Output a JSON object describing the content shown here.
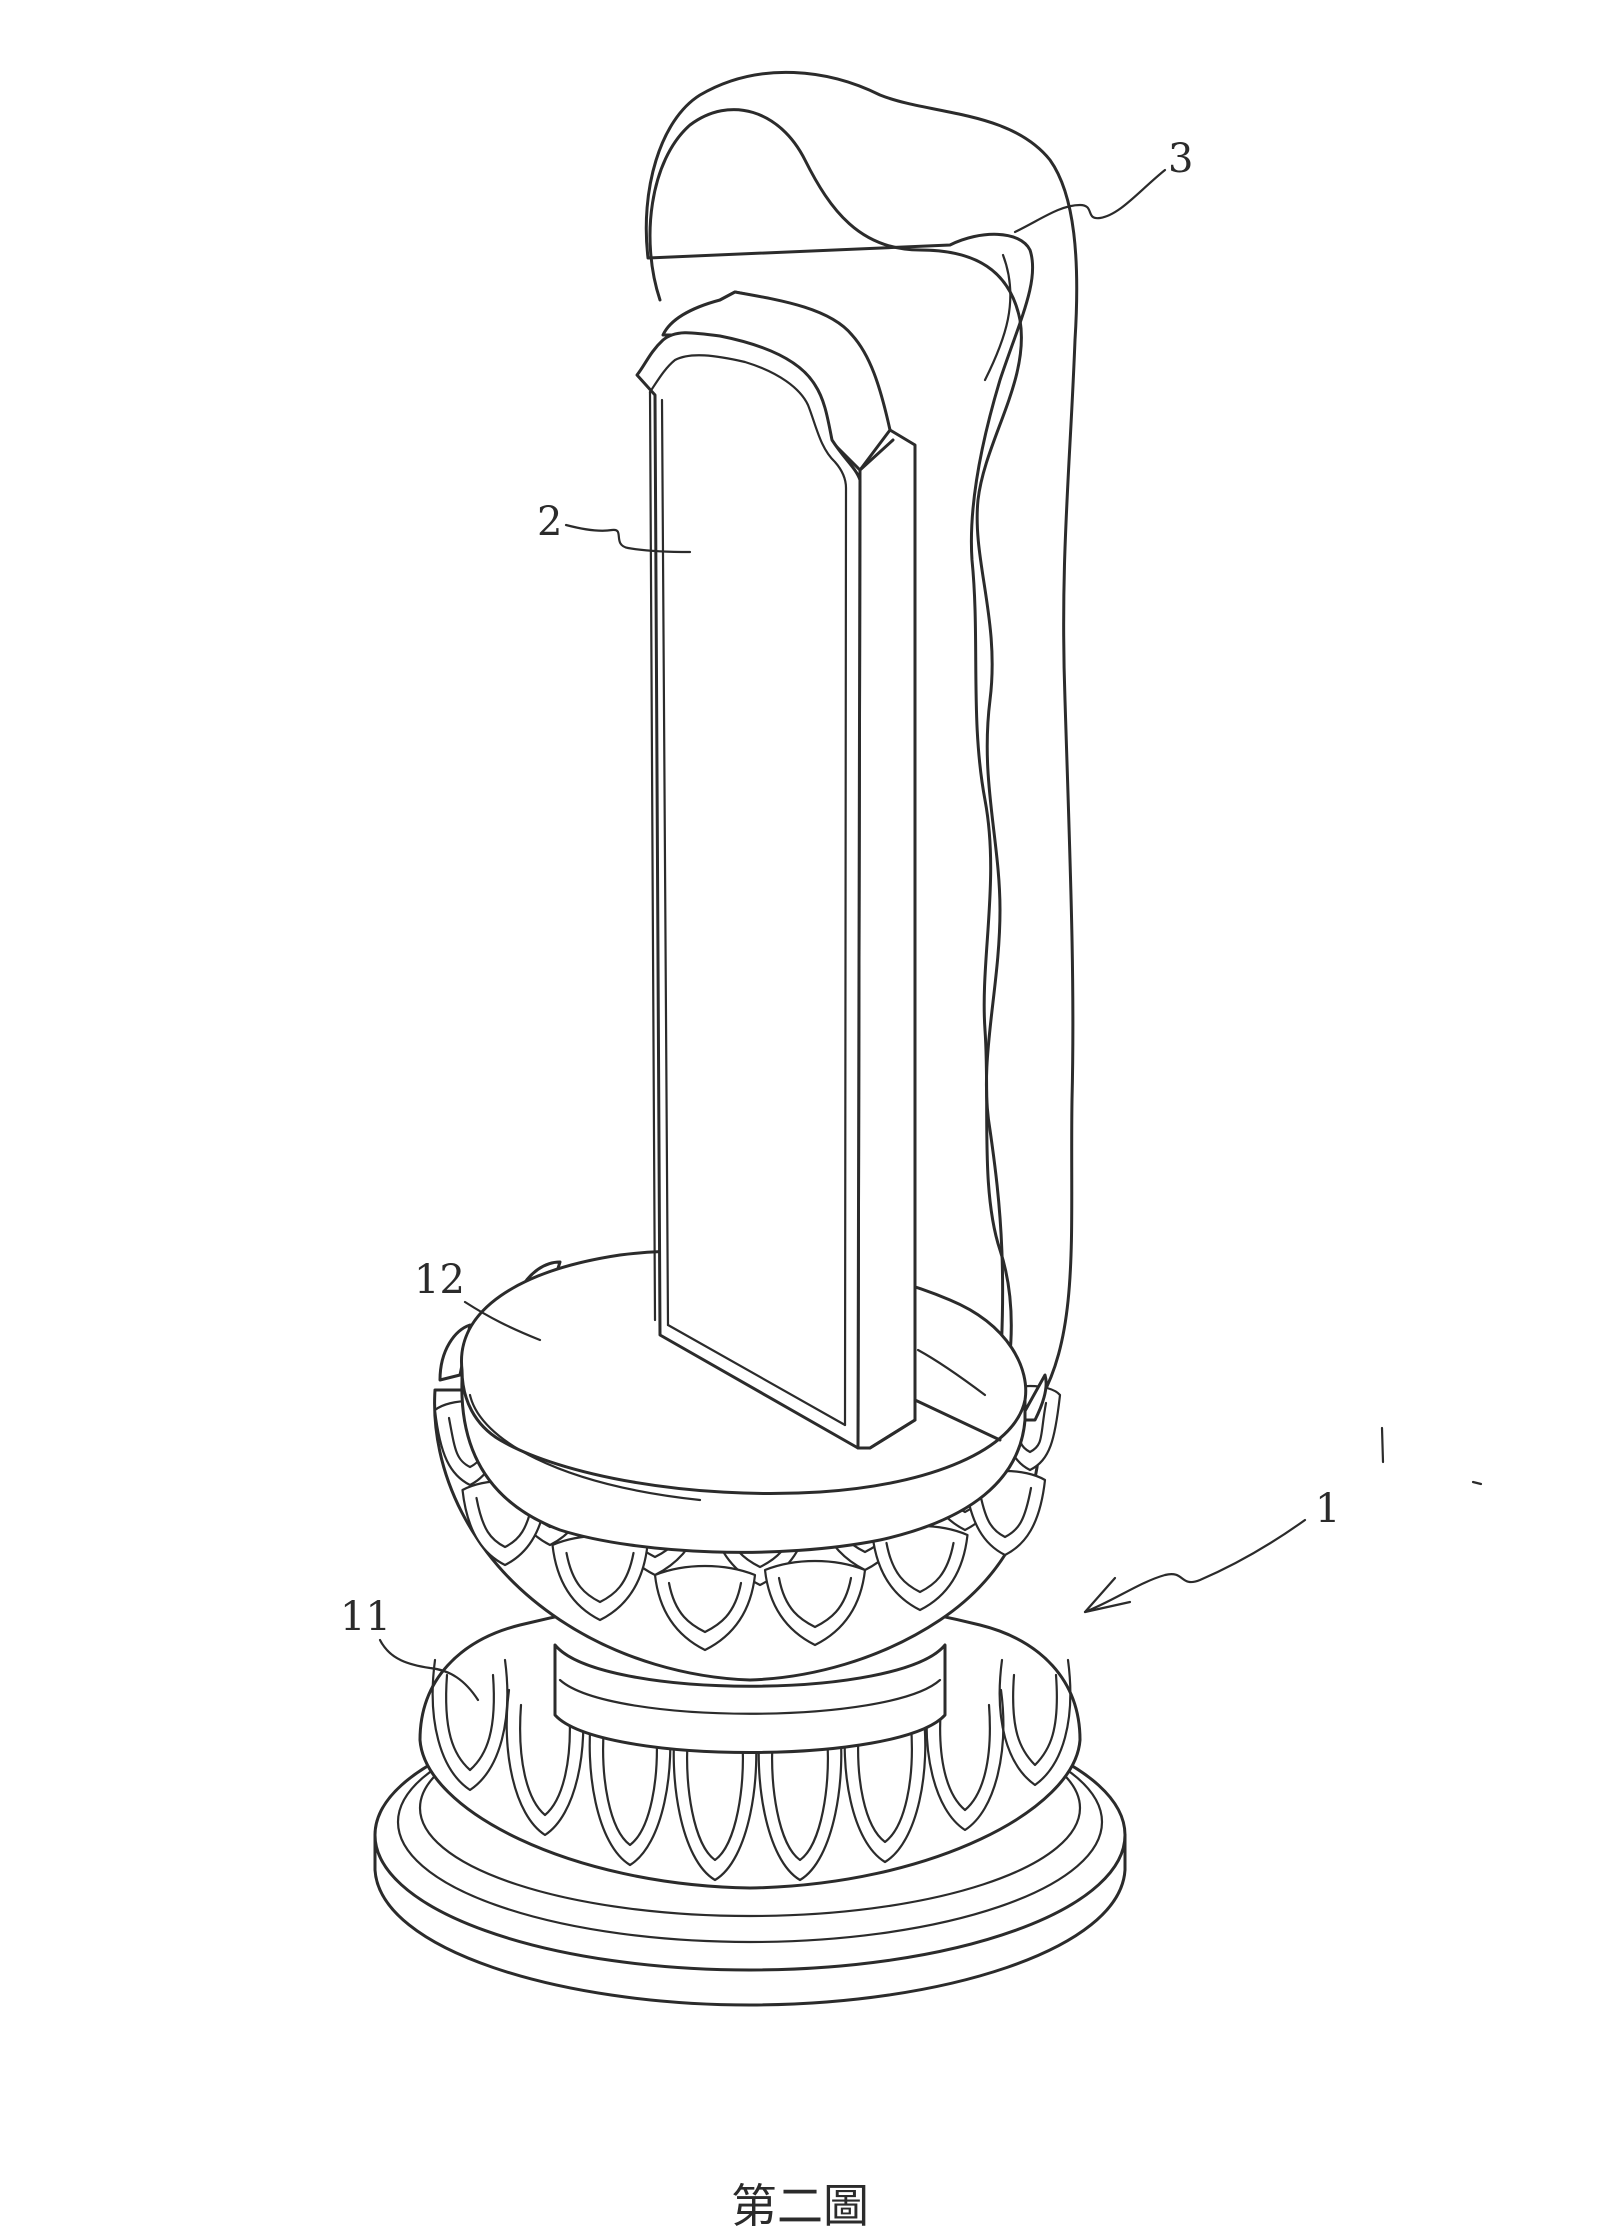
{
  "figure": {
    "caption": "第二圖",
    "labels": {
      "base_assembly": "1",
      "plaque": "2",
      "backing_cloth": "3",
      "lotus_base": "11",
      "platform_top": "12"
    }
  }
}
